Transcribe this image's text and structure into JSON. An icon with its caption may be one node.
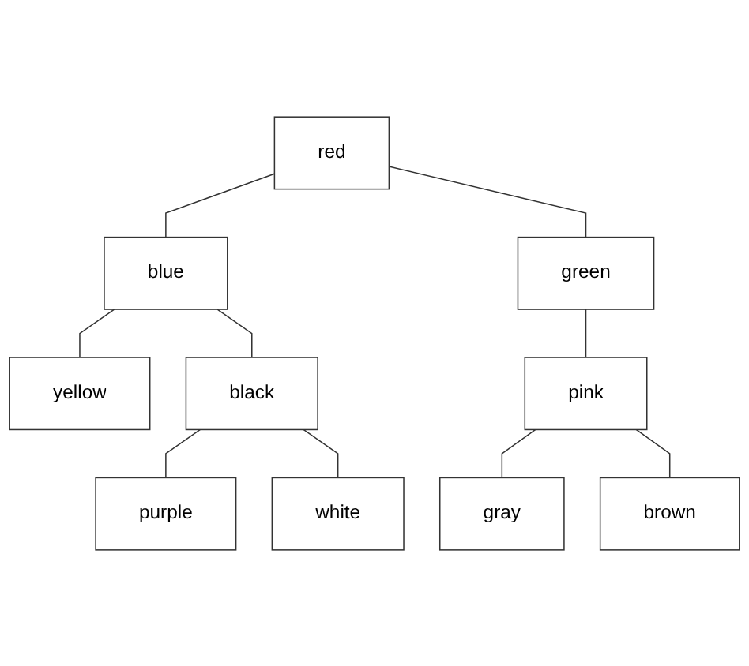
{
  "diagram": {
    "nodes": [
      {
        "text": [
          "red"
        ]
      },
      {
        "text": [
          "blue"
        ]
      },
      {
        "text": [
          "green"
        ]
      },
      {
        "text": [
          "yellow"
        ]
      },
      {
        "text": [
          "black"
        ]
      },
      {
        "text": [
          "pink"
        ]
      },
      {
        "text": [
          "purple"
        ]
      },
      {
        "text": [
          "white"
        ]
      },
      {
        "text": [
          "gray"
        ]
      },
      {
        "text": [
          "brown"
        ]
      }
    ],
    "edges": [
      {
        "from": 0,
        "to": 1,
        "arrow": "none"
      },
      {
        "from": 0,
        "to": 2,
        "arrow": "none"
      },
      {
        "from": 1,
        "to": 3,
        "arrow": "none"
      },
      {
        "from": 1,
        "to": 4,
        "arrow": "none"
      },
      {
        "from": 2,
        "to": 5,
        "arrow": "none"
      },
      {
        "from": 4,
        "to": 6,
        "arrow": "none"
      },
      {
        "from": 4,
        "to": 7,
        "arrow": "none"
      },
      {
        "from": 5,
        "to": 8,
        "arrow": "none"
      },
      {
        "from": 5,
        "to": 9,
        "arrow": "none"
      }
    ]
  }
}
